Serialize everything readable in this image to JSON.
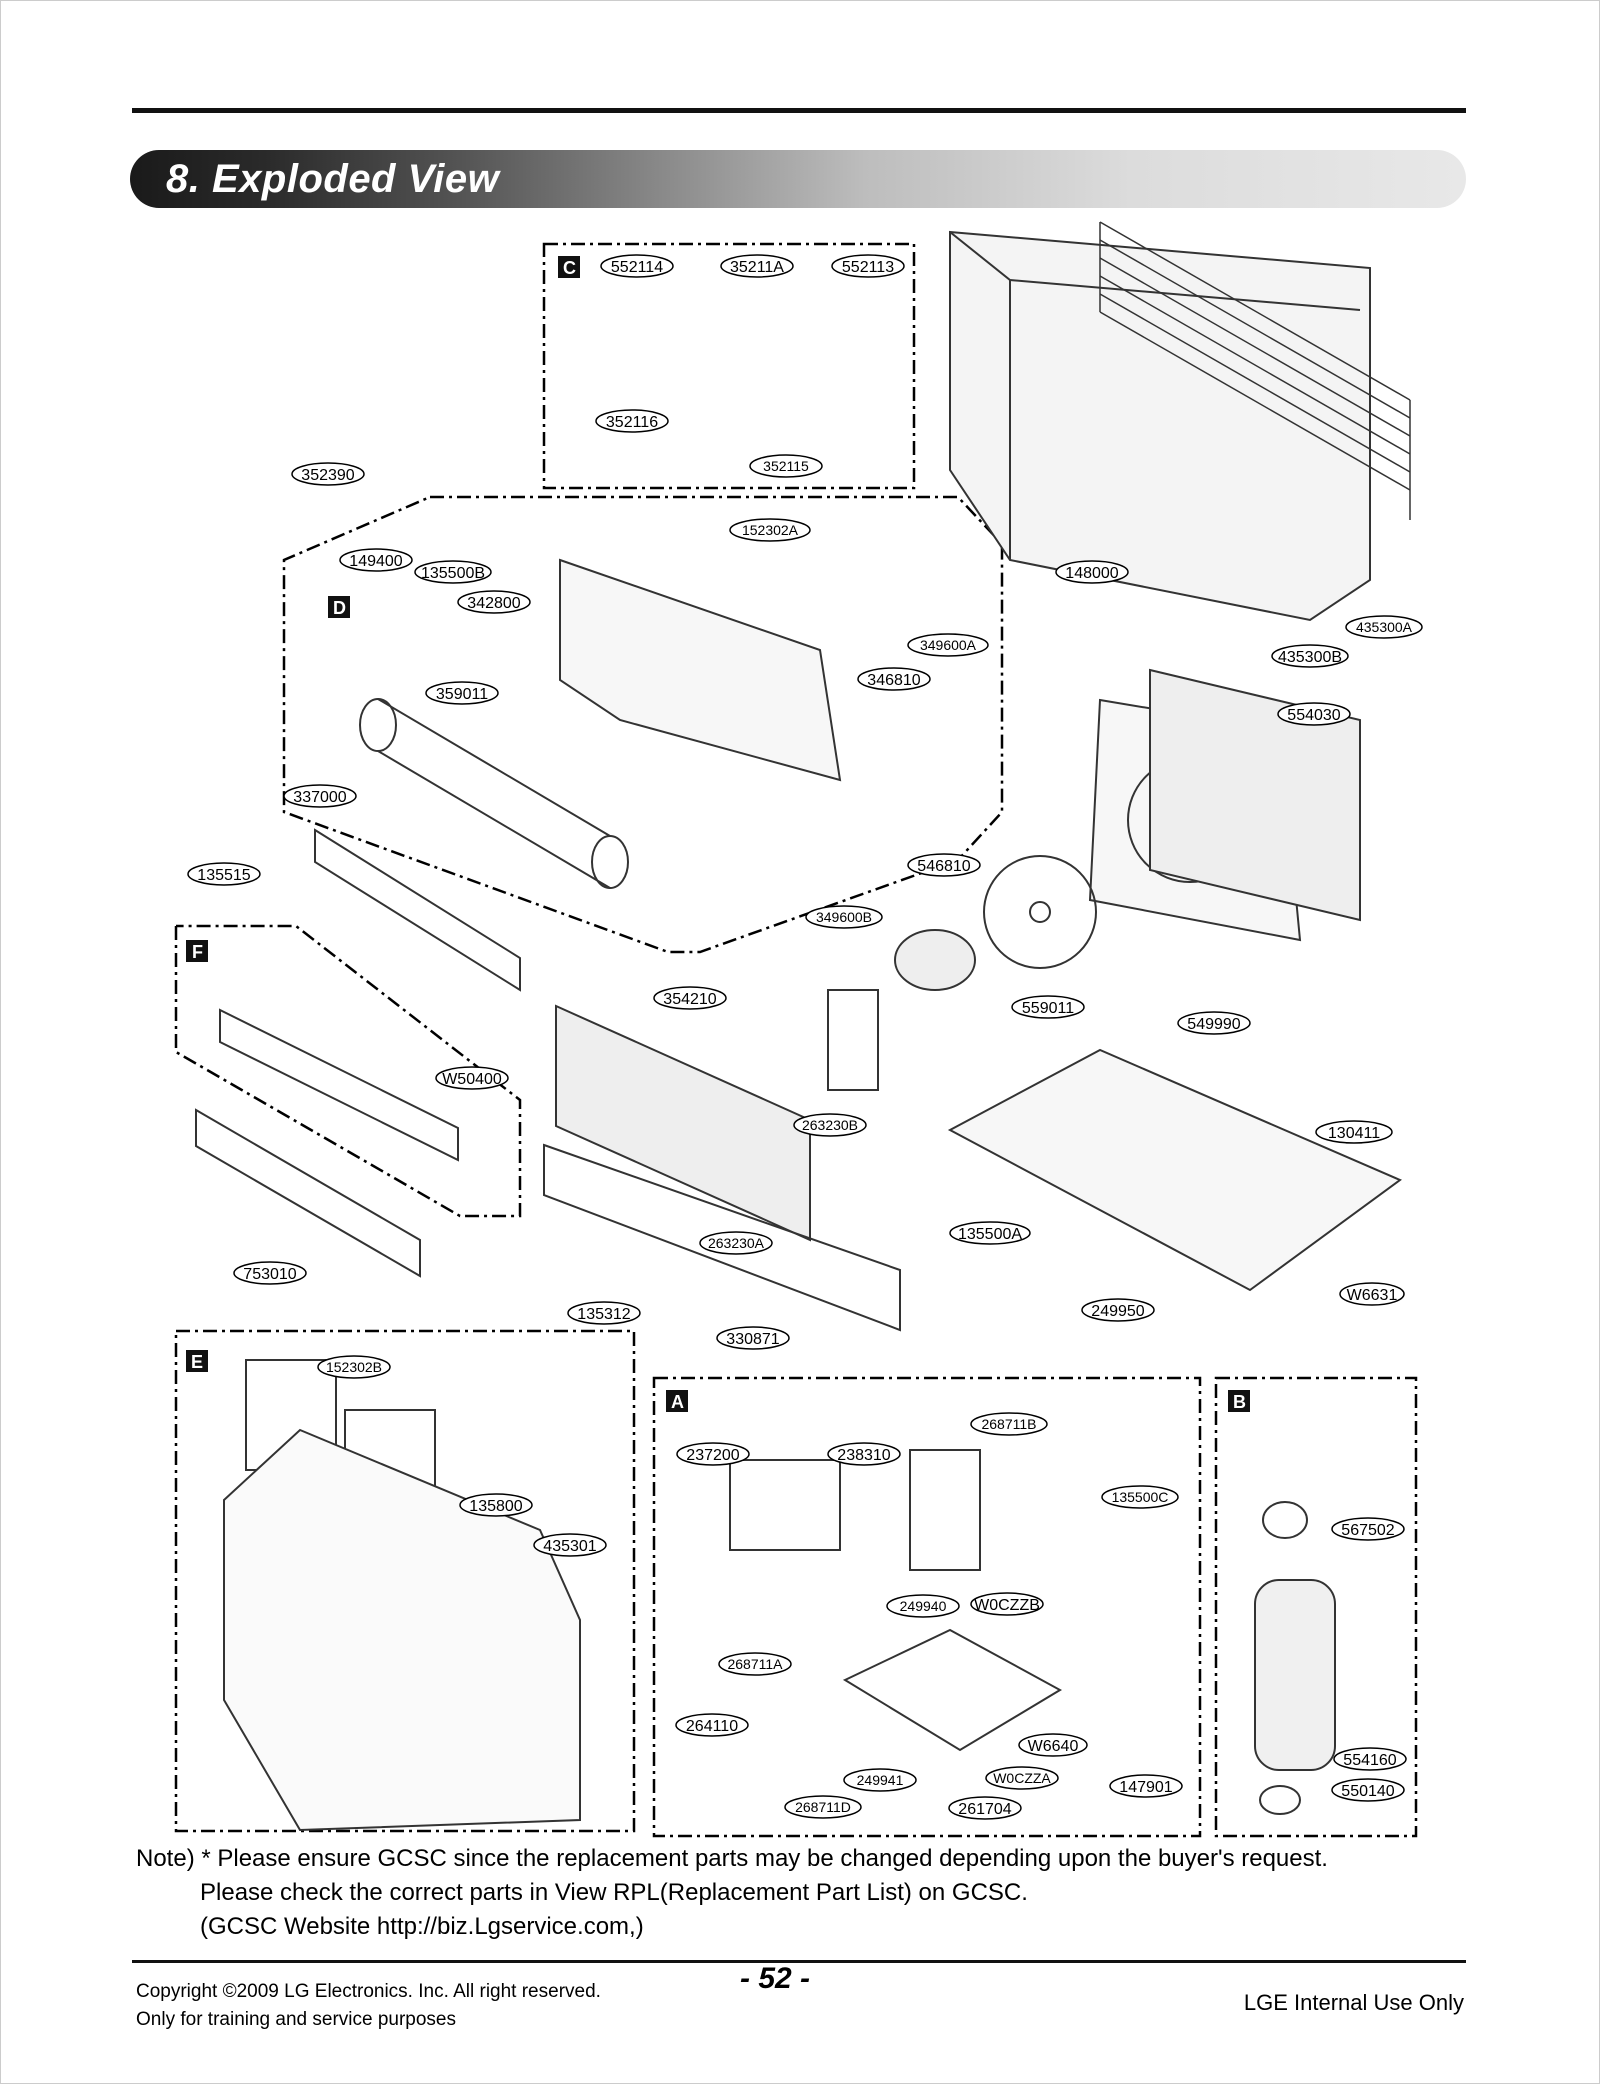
{
  "title": "8. Exploded View",
  "sections": {
    "A": "A",
    "B": "B",
    "C": "C",
    "D": "D",
    "E": "E",
    "F": "F"
  },
  "part_labels": {
    "p552114": "552114",
    "p35211A": "35211A",
    "p552113": "552113",
    "p352116": "352116",
    "p352115": "352115",
    "p352390": "352390",
    "p149400": "149400",
    "p135500B": "135500B",
    "p342800": "342800",
    "p152302A": "152302A",
    "p359011": "359011",
    "p349600A": "349600A",
    "p346810": "346810",
    "p148000": "148000",
    "p435300A": "435300A",
    "p435300B": "435300B",
    "p554030": "554030",
    "p337000": "337000",
    "p135515": "135515",
    "p546810": "546810",
    "p349600B": "349600B",
    "p354210": "354210",
    "p559011": "559011",
    "p549990": "549990",
    "pW50400": "W50400",
    "p263230B": "263230B",
    "p130411": "130411",
    "p263230A": "263230A",
    "p135500A": "135500A",
    "p753010": "753010",
    "pW6631": "W6631",
    "p135312": "135312",
    "p330871": "330871",
    "p249950": "249950",
    "p152302B": "152302B",
    "p268711B": "268711B",
    "p237200": "237200",
    "p238310": "238310",
    "p135800": "135800",
    "p135500C": "135500C",
    "p567502": "567502",
    "p435301": "435301",
    "p249940": "249940",
    "pW0CZZB": "W0CZZB",
    "p268711A": "268711A",
    "p264110": "264110",
    "pW6640": "W6640",
    "p249941": "249941",
    "pW0CZZA": "W0CZZA",
    "p147901": "147901",
    "p554160": "554160",
    "p268711D": "268711D",
    "p261704": "261704",
    "p550140": "550140"
  },
  "note": {
    "line1": "Note) * Please ensure GCSC since the replacement parts may be changed depending upon the buyer's request.",
    "line2": "Please check  the correct parts in View RPL(Replacement Part List) on GCSC.",
    "line3": "(GCSC Website  http://biz.Lgservice.com,)"
  },
  "footer": {
    "copyright": "Copyright ©2009 LG Electronics. Inc. All right reserved.",
    "training": "Only for training and service purposes",
    "page": "- 52 -",
    "internal": "LGE Internal Use Only"
  }
}
